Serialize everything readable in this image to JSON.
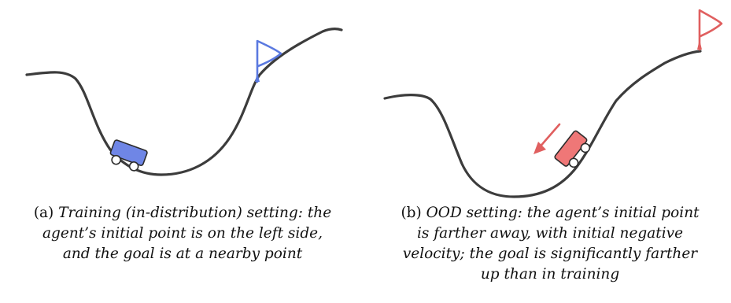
{
  "figure": {
    "panel_a": {
      "label": "(a)",
      "caption_lines": [
        "Training (in-distribution) setting: the",
        "agent’s initial point is on the left side,",
        "and the goal is at a nearby point"
      ],
      "colors": {
        "curve": "#3c3c3c",
        "car": "#6f86e6",
        "flag": "#5a79e0"
      },
      "icons": {
        "car": "mountain-car-icon",
        "flag": "goal-flag-icon"
      }
    },
    "panel_b": {
      "label": "(b)",
      "caption_lines": [
        "OOD setting: the agent’s initial point",
        "is farther away, with initial negative",
        "velocity; the goal is significantly farther",
        "up than in training"
      ],
      "colors": {
        "curve": "#3c3c3c",
        "car": "#ef7777",
        "flag": "#e05f5f",
        "arrow": "#e05f5f"
      },
      "icons": {
        "car": "mountain-car-icon",
        "flag": "goal-flag-icon",
        "arrow": "velocity-arrow-icon"
      }
    }
  }
}
